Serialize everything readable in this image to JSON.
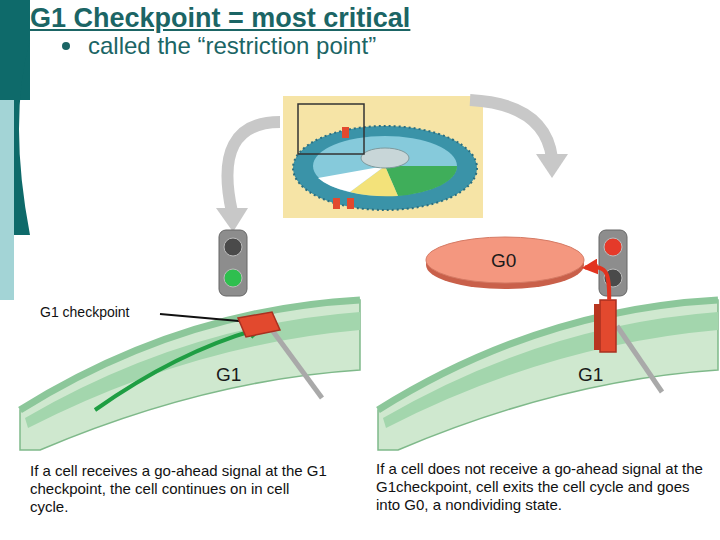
{
  "diagram": {
    "title": "G1 Checkpoint = most critical",
    "nodes": [
      {
        "text": [
          "G0"
        ]
      },
      {
        "text": [
          "G1"
        ]
      },
      {
        "text": [
          "G1"
        ]
      }
    ],
    "edges": [
      {
        "from": 2,
        "to": 0,
        "arrow": "to"
      }
    ],
    "labels": [
      "called the “restriction point”",
      "G1 checkpoint",
      "If a cell receives a go-ahead signal at the G1 checkpoint, the cell continues on in cell cycle.",
      "If a cell does not receive a go-ahead signal at the G1checkpoint, cell exits the cell cycle and goes into G0, a nondividing state."
    ]
  }
}
